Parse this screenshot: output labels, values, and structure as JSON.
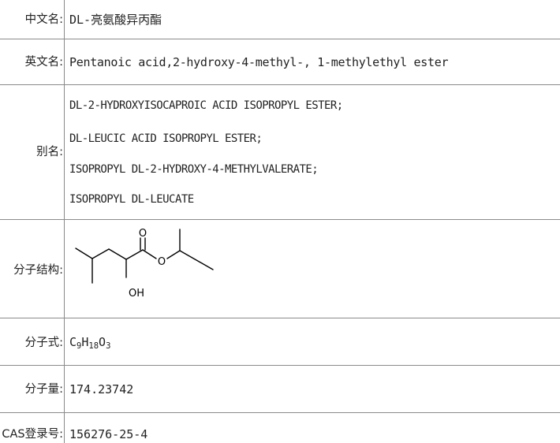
{
  "rows": {
    "chinese_name": {
      "label": "中文名:",
      "value": "DL-亮氨酸异丙酯"
    },
    "english_name": {
      "label": "英文名:",
      "value": "Pentanoic acid,2-hydroxy-4-methyl-, 1-methylethyl ester"
    },
    "synonyms": {
      "label": "别名:",
      "values": [
        "DL-2-HYDROXYISOCAPROIC ACID ISOPROPYL ESTER;",
        "DL-LEUCIC ACID ISOPROPYL ESTER;",
        "ISOPROPYL DL-2-HYDROXY-4-METHYLVALERATE;",
        "ISOPROPYL DL-LEUCATE"
      ]
    },
    "structure": {
      "label": "分子结构:",
      "atom_o": "O",
      "atom_oh": "OH"
    },
    "formula": {
      "label": "分子式:",
      "parts": {
        "c": "C",
        "c_n": "9",
        "h": "H",
        "h_n": "18",
        "o": "O",
        "o_n": "3"
      }
    },
    "molecular_weight": {
      "label": "分子量:",
      "value": "174.23742"
    },
    "cas": {
      "label": "CAS登录号:",
      "value": "156276-25-4"
    }
  }
}
